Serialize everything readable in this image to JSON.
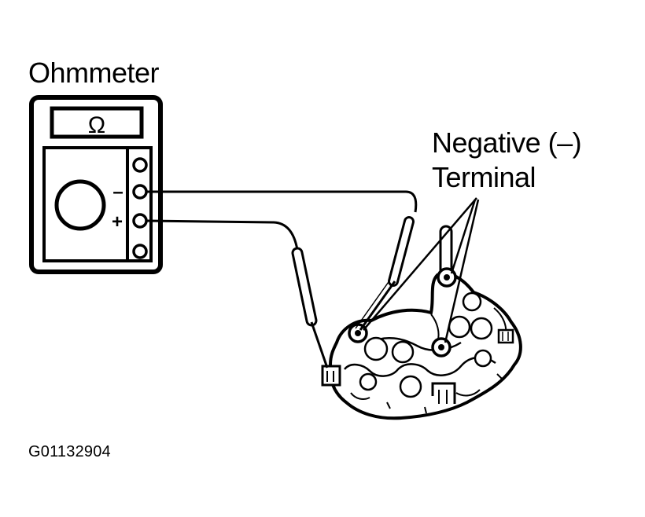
{
  "labels": {
    "meter_name": "Ohmmeter",
    "terminal_line1": "Negative (–)",
    "terminal_line2": "Terminal",
    "figure_code": "G01132904"
  },
  "meter": {
    "display_symbol": "Ω",
    "jack_minus": "–",
    "jack_plus": "+"
  },
  "icons": {
    "ohmmeter": "ohmmeter-icon",
    "rectifier": "rectifier-assembly-icon",
    "probe": "test-probe-icon"
  },
  "colors": {
    "ink": "#000000",
    "paper": "#ffffff"
  }
}
